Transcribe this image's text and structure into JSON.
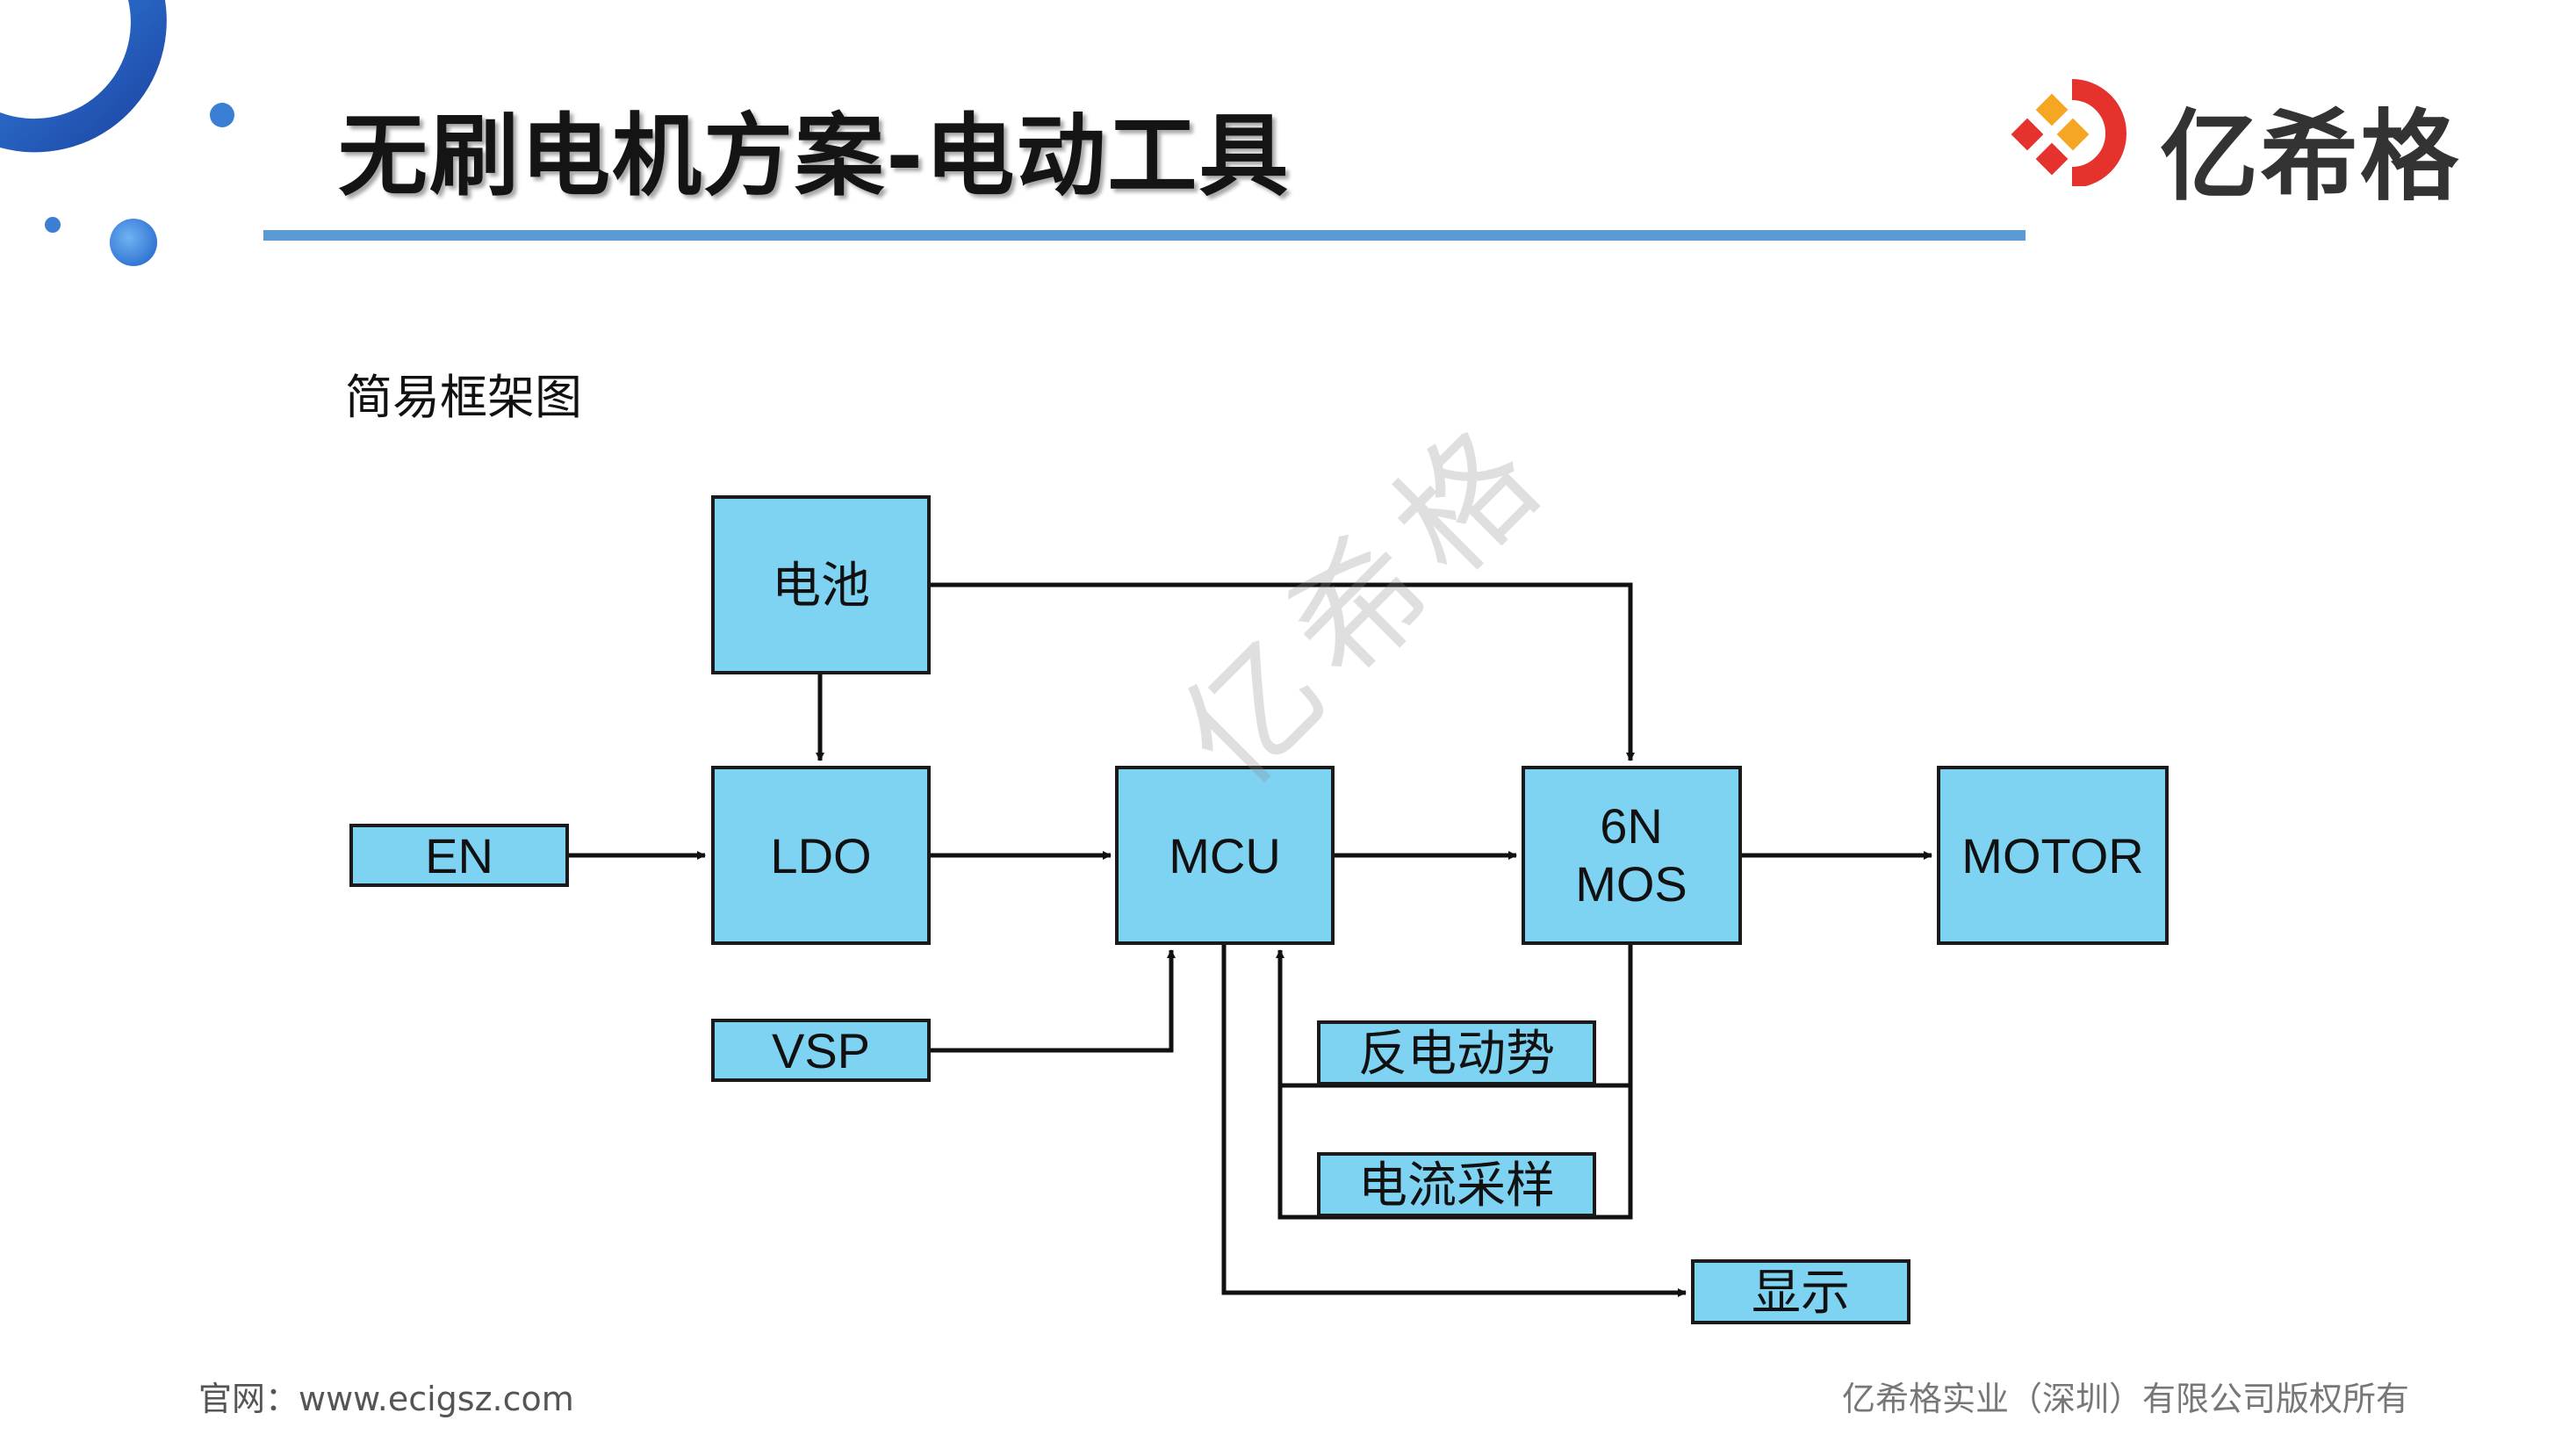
{
  "title": "无刷电机方案-电动工具",
  "subtitle": "简易框架图",
  "logo": {
    "text": "亿希格",
    "icon": "ecig-brand-mark-icon"
  },
  "watermark": "亿希格",
  "footer": {
    "website": "官网：www.ecigsz.com",
    "copyright": "亿希格实业（深圳）有限公司版权所有"
  },
  "colors": {
    "node_fill": "#7fd3f2",
    "node_stroke": "#1a1a1a",
    "title_rule": "#5b9bd5",
    "accent_blue": "#2b6fc9",
    "logo_red": "#e5322d",
    "logo_orange": "#f5a623"
  },
  "diagram": {
    "nodes": [
      {
        "id": "battery",
        "label": "电池"
      },
      {
        "id": "en",
        "label": "EN"
      },
      {
        "id": "ldo",
        "label": "LDO"
      },
      {
        "id": "mcu",
        "label": "MCU"
      },
      {
        "id": "mos",
        "label": "6N\nMOS",
        "lines": [
          "6N",
          "MOS"
        ]
      },
      {
        "id": "motor",
        "label": "MOTOR"
      },
      {
        "id": "vsp",
        "label": "VSP"
      },
      {
        "id": "bemf",
        "label": "反电动势"
      },
      {
        "id": "isense",
        "label": "电流采样"
      },
      {
        "id": "display",
        "label": "显示"
      }
    ],
    "edges": [
      {
        "from": "battery",
        "to": "ldo"
      },
      {
        "from": "battery",
        "to": "mos"
      },
      {
        "from": "en",
        "to": "ldo"
      },
      {
        "from": "ldo",
        "to": "mcu"
      },
      {
        "from": "mcu",
        "to": "mos"
      },
      {
        "from": "mos",
        "to": "motor"
      },
      {
        "from": "vsp",
        "to": "mcu"
      },
      {
        "from": "mos",
        "to": "mcu",
        "via": "bemf"
      },
      {
        "from": "mos",
        "to": "mcu",
        "via": "isense"
      },
      {
        "from": "mcu",
        "to": "display"
      }
    ]
  }
}
